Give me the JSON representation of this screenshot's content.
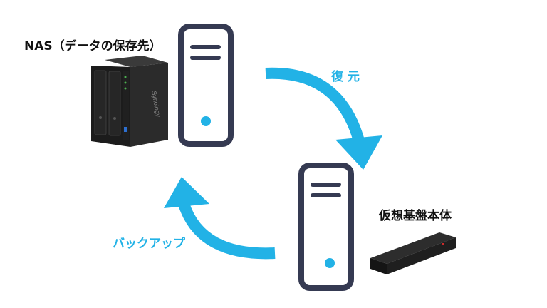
{
  "labels": {
    "nas": "NAS（データの保存先）",
    "restore": "復 元",
    "backup": "バックアップ",
    "host": "仮想基盤本体"
  },
  "nas_brand": "Synology",
  "colors": {
    "arrow": "#22b2e6",
    "server_outline": "#353a52",
    "server_dot": "#22b2e6",
    "label_dark": "#111111",
    "label_accent": "#22b2e6"
  },
  "icons": [
    "server-icon",
    "nas-device-icon",
    "hypervisor-box-icon",
    "restore-arrow-icon",
    "backup-arrow-icon"
  ]
}
